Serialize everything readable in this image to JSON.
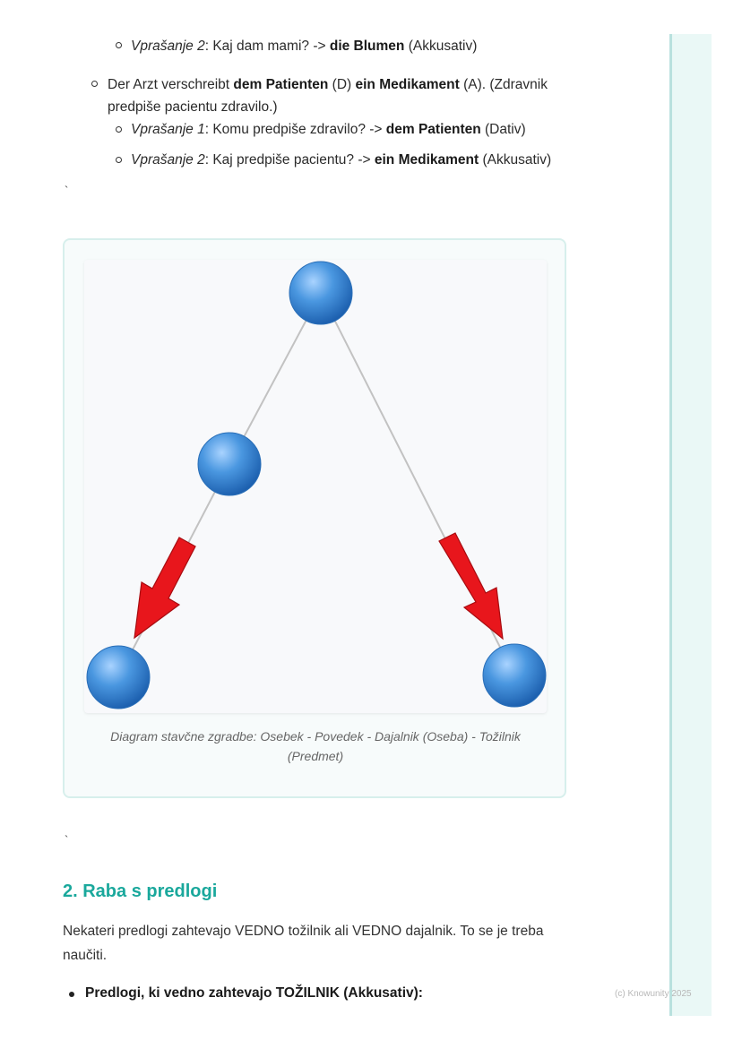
{
  "list": {
    "item1_q2": {
      "prefix_italic": "Vprašanje 2",
      "text": ": Kaj dam mami? -> ",
      "bold": "die Blumen",
      "suffix": " (Akkusativ)"
    },
    "item2": {
      "t1": "Der Arzt verschreibt ",
      "b1": "dem Patienten",
      "t2": " (D) ",
      "b2": "ein Medikament",
      "t3": " (A). (Zdravnik",
      "line2": "predpiše pacientu zdravilo.)"
    },
    "item2_q1": {
      "prefix_italic": "Vprašanje 1",
      "text": ": Komu predpiše zdravilo? -> ",
      "bold": "dem Patienten",
      "suffix": " (Dativ)"
    },
    "item2_q2": {
      "prefix_italic": "Vprašanje 2",
      "text": ": Kaj predpiše pacientu? -> ",
      "bold": "ein Medikament",
      "suffix": " (Akkusativ)"
    }
  },
  "backtick": "`",
  "figure": {
    "caption_line1": "Diagram stavčne zgradbe: Osebek - Povedek - Dajalnik (Oseba) - Tožilnik",
    "caption_line2": "(Predmet)"
  },
  "section": {
    "heading": "2. Raba s predlogi",
    "paragraph_line1": "Nekateri predlogi zahtevajo VEDNO tožilnik ali VEDNO dajalnik. To se je treba",
    "paragraph_line2": "naučiti.",
    "bullet": "Predlogi, ki vedno zahtevajo TOŽILNIK (Akkusativ):"
  },
  "watermark": "(c) Knowunity 2025",
  "colors": {
    "accent": "#1aa89c",
    "arrow": "#e8161c",
    "node": "#3d8fdc"
  }
}
